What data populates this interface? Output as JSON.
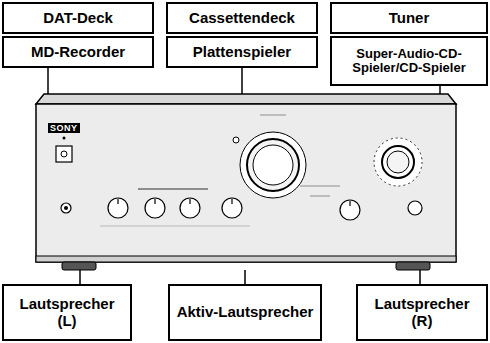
{
  "diagram": {
    "nodes": [
      {
        "text": [
          "DAT-Deck"
        ]
      },
      {
        "text": [
          "Cassettendeck"
        ]
      },
      {
        "text": [
          "Tuner"
        ]
      },
      {
        "text": [
          "MD-Recorder"
        ]
      },
      {
        "text": [
          "Plattenspieler"
        ]
      },
      {
        "text": [
          "Super-Audio-CD-Spieler/CD-Spieler"
        ]
      },
      {
        "text": [
          "SONY"
        ]
      },
      {
        "text": [
          "Lautsprecher (L)"
        ]
      },
      {
        "text": [
          "Aktiv-Lautsprecher"
        ]
      },
      {
        "text": [
          "Lautsprecher (R)"
        ]
      }
    ],
    "edges": [
      {
        "from": 3,
        "to": 6,
        "arrow": "none"
      },
      {
        "from": 4,
        "to": 6,
        "arrow": "none"
      },
      {
        "from": 5,
        "to": 6,
        "arrow": "none"
      },
      {
        "from": 6,
        "to": 7,
        "arrow": "none"
      },
      {
        "from": 6,
        "to": 8,
        "arrow": "none"
      },
      {
        "from": 6,
        "to": 9,
        "arrow": "none"
      }
    ]
  }
}
